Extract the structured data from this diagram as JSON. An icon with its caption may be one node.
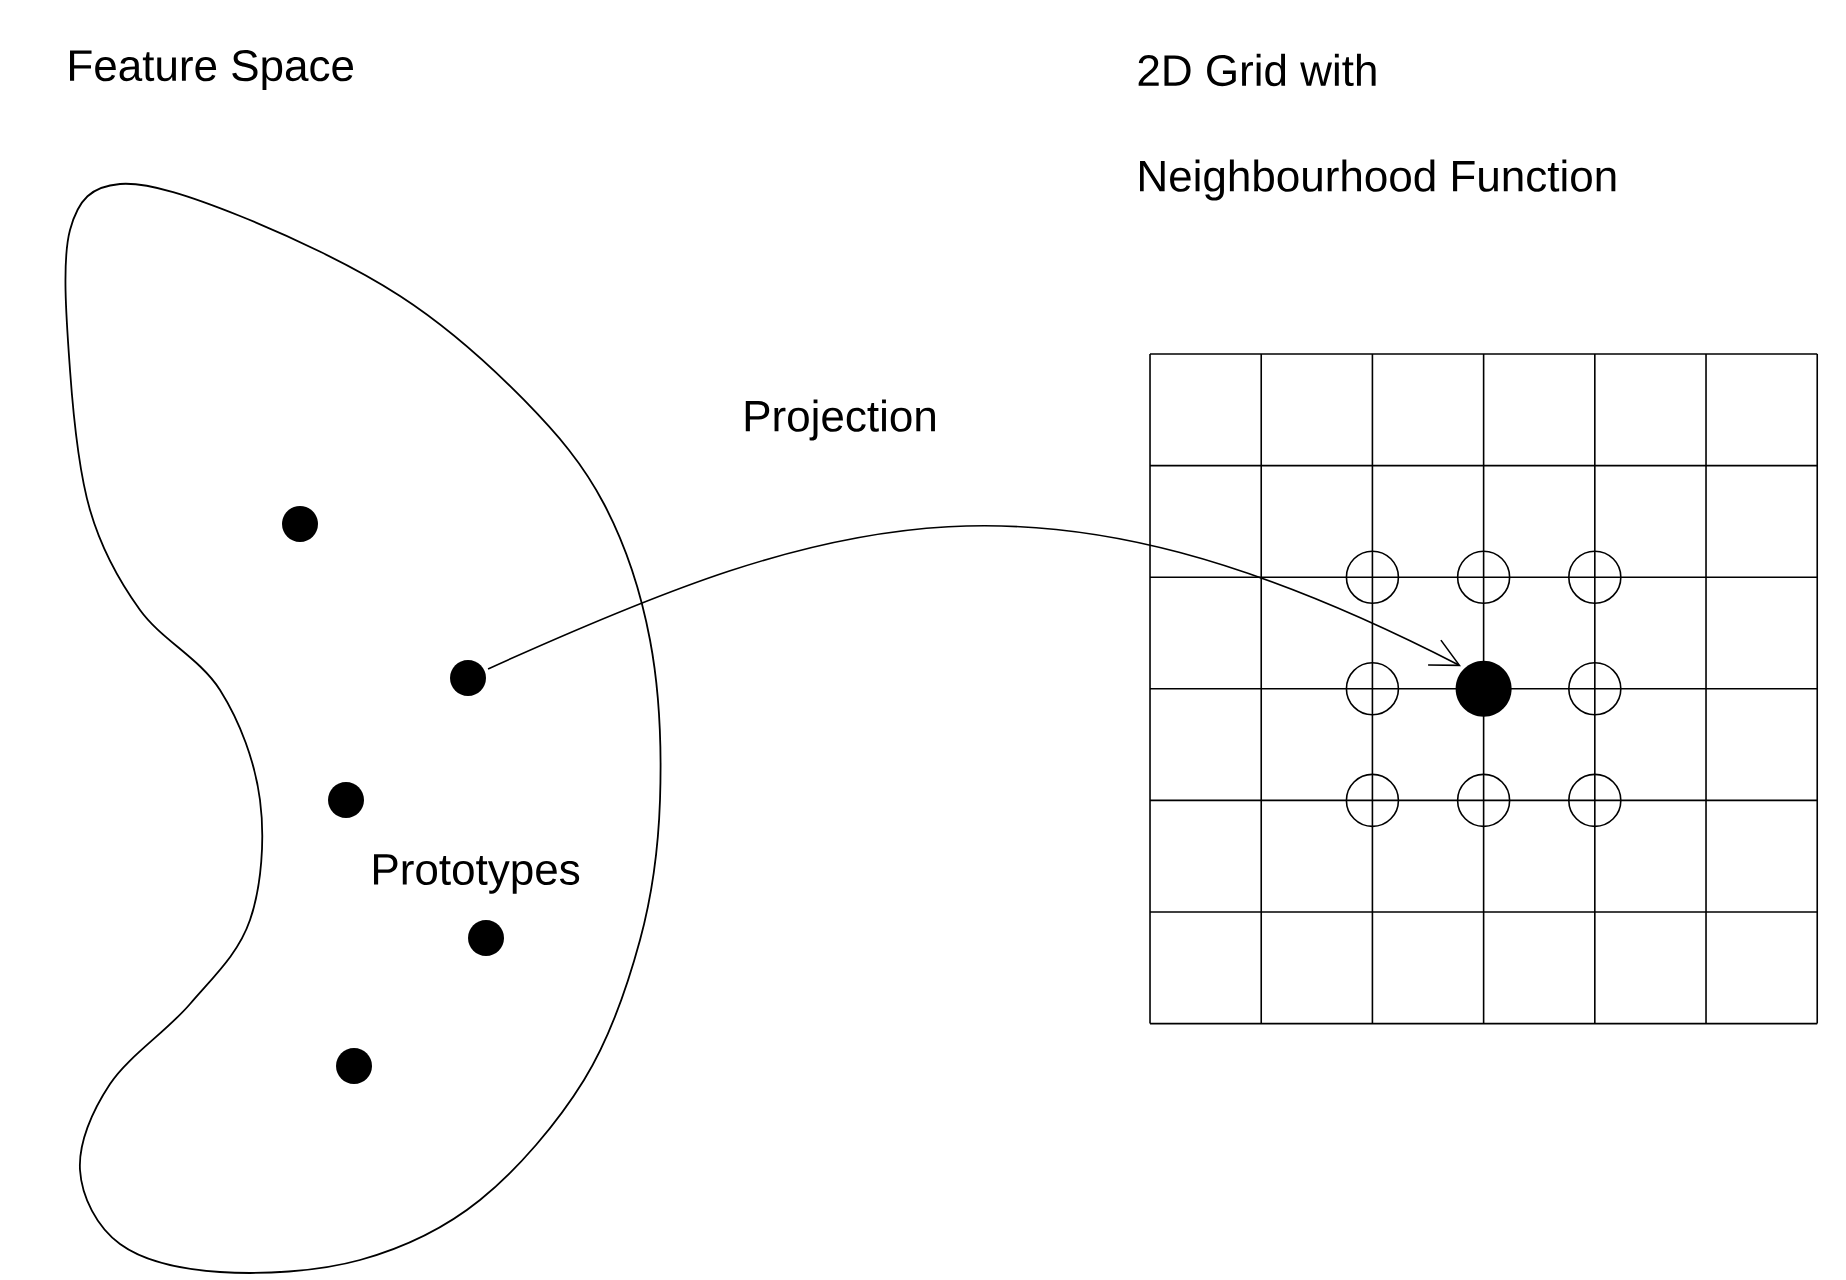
{
  "diagram": {
    "nodes": [
      {
        "text": [],
        "shape": "circle"
      },
      {
        "text": [],
        "shape": "circle"
      },
      {
        "text": [],
        "shape": "circle"
      },
      {
        "text": [],
        "shape": "circle"
      },
      {
        "text": [],
        "shape": "circle"
      },
      {
        "text": [],
        "shape": "circle"
      }
    ],
    "edges": [
      {
        "from": 1,
        "to": 5,
        "arrow": "to",
        "label": "Projection"
      }
    ],
    "labels": [
      "Feature Space",
      "2D Grid with",
      "Neighbourhood Function",
      "Prototypes"
    ]
  }
}
